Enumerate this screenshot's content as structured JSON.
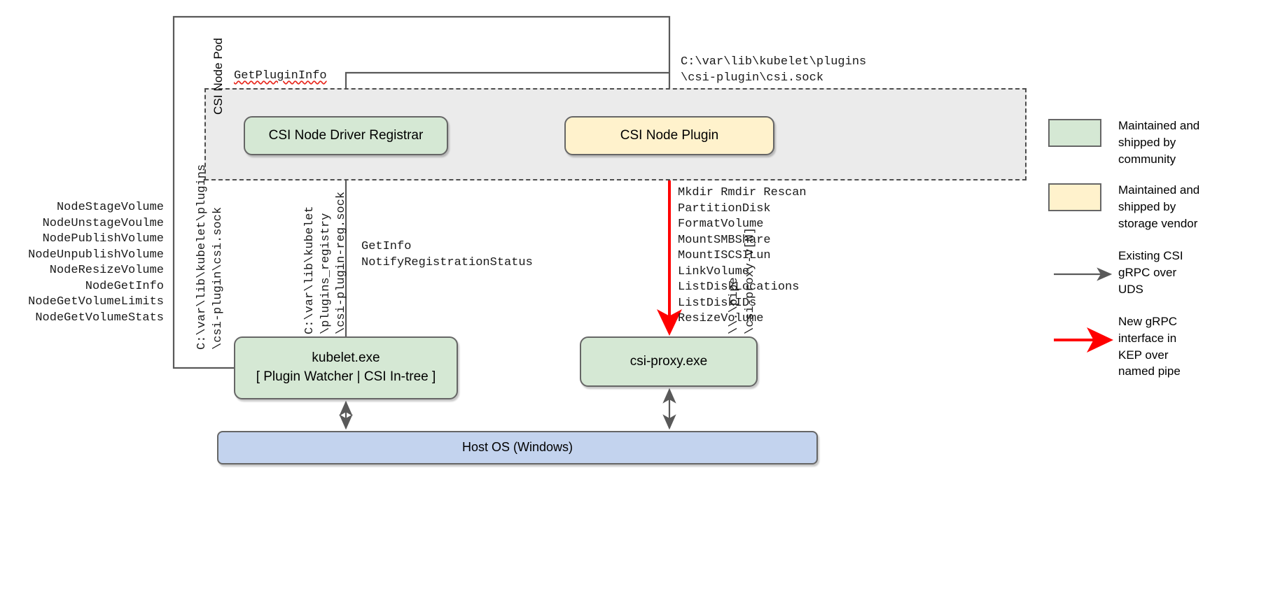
{
  "diagram": {
    "pod_label": "CSI Node Pod",
    "nodes": {
      "registrar": "CSI Node Driver Registrar",
      "node_plugin": "CSI Node Plugin",
      "kubelet_line1": "kubelet.exe",
      "kubelet_line2": "[ Plugin Watcher | CSI In-tree ]",
      "csi_proxy": "csi-proxy.exe",
      "host_os": "Host OS (Windows)"
    },
    "labels": {
      "get_plugin_info": "GetPluginInfo",
      "csi_sock_top": "C:\\var\\lib\\kubelet\\plugins\n\\csi-plugin\\csi.sock",
      "node_rpc_list": "NodeStageVolume\nNodeUnstageVoulme\nNodePublishVolume\nNodeUnpublishVolume\nNodeResizeVolume\nNodeGetInfo\nNodeGetVolumeLimits\nNodeGetVolumeStats",
      "registration_calls": "GetInfo\nNotifyRegistrationStatus",
      "csi_proxy_api_list": "Mkdir Rmdir Rescan\nPartitionDisk\nFormatVolume\nMountSMBShare\nMountISCSILun\nLinkVolume\nListDiskLocations\nListDiskIDs\nResizeVolume",
      "path_kubelet_csi_sock": "C:\\var\\lib\\kubelet\\plugins\n\\csi-plugin\\csi.sock",
      "path_plugins_registry": "C:\\var\\lib\\kubelet\n\\plugins_registry\n\\csi-plugin-reg.sock",
      "path_named_pipe": "\\\\.\\pipe\n\\csi-proxy-v[N]"
    },
    "legend": [
      {
        "type": "swatch",
        "color_key": "green",
        "text": "Maintained and\nshipped by\ncommunity"
      },
      {
        "type": "swatch",
        "color_key": "yellow",
        "text": "Maintained and\nshipped by\nstorage vendor"
      },
      {
        "type": "arrow",
        "color_key": "gray",
        "text": "Existing CSI\ngRPC over\nUDS"
      },
      {
        "type": "arrow",
        "color_key": "red",
        "text": "New gRPC\ninterface in\nKEP over\nnamed pipe"
      }
    ],
    "colors": {
      "green_fill": "#d5e8d4",
      "yellow_fill": "#fff2cc",
      "blue_fill": "#c3d3ee",
      "pod_fill": "#ebebeb",
      "stroke": "#666666",
      "arrow_gray": "#595959",
      "arrow_red": "#ff0000",
      "squiggle_red": "#e8281e"
    }
  }
}
